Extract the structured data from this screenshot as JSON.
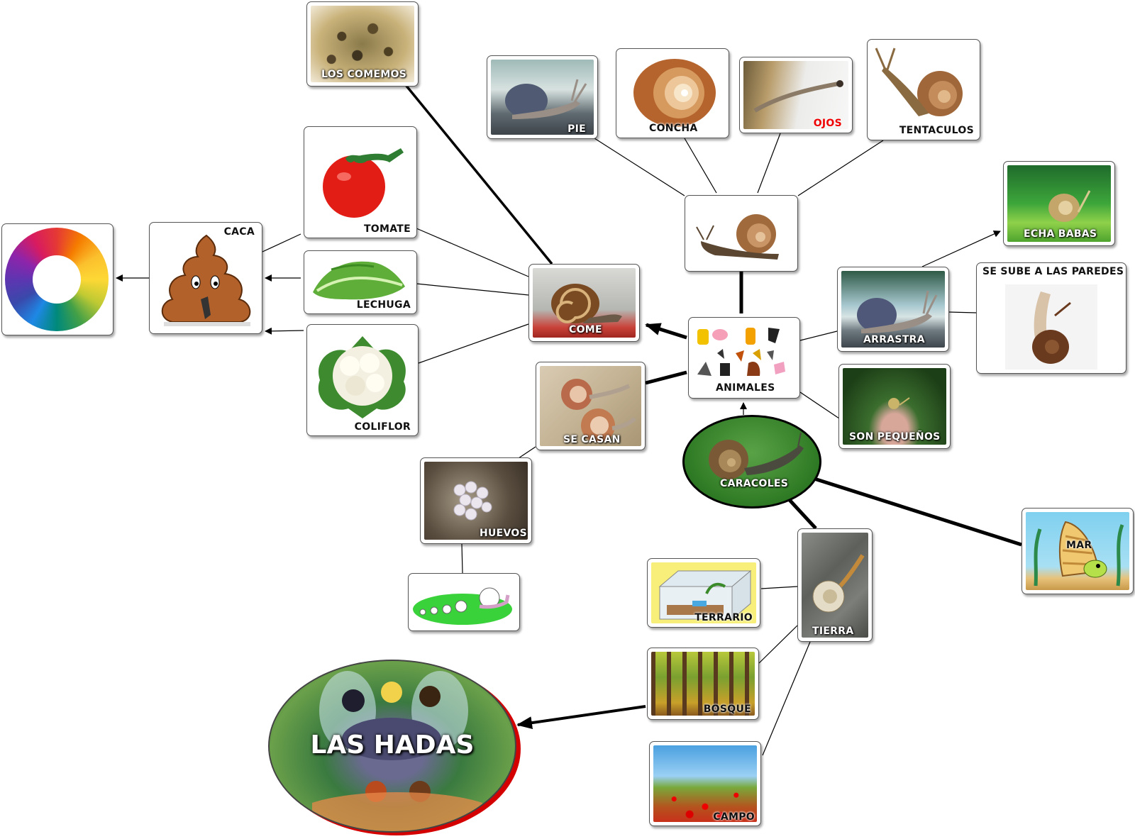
{
  "diagram": {
    "nodes": {
      "caracoles": {
        "label": "CARACOLES"
      },
      "animales": {
        "label": "ANIMALES"
      },
      "come": {
        "label": "COME"
      },
      "caca": {
        "label": "CACA"
      },
      "los_comemos": {
        "label": "LOS COMEMOS"
      },
      "tomate": {
        "label": "TOMATE"
      },
      "lechuga": {
        "label": "LECHUGA"
      },
      "coliflor": {
        "label": "COLIFLOR"
      },
      "pie": {
        "label": "PIE"
      },
      "concha": {
        "label": "CONCHA"
      },
      "ojos": {
        "label": "OJOS"
      },
      "tentaculos": {
        "label": "TENTACULOS"
      },
      "echa_babas": {
        "label": "ECHA BABAS"
      },
      "se_sube": {
        "label": "SE SUBE A LAS PAREDES"
      },
      "arrastra": {
        "label": "ARRASTRA"
      },
      "son_pequenos": {
        "label": "SON PEQUEÑOS"
      },
      "se_casan": {
        "label": "SE CASAN"
      },
      "huevos": {
        "label": "HUEVOS"
      },
      "mar": {
        "label": "MAR"
      },
      "tierra": {
        "label": "TIERRA"
      },
      "terrario": {
        "label": "TERRARIO"
      },
      "bosque": {
        "label": "BOSQUE"
      },
      "campo": {
        "label": "CAMPO"
      },
      "las_hadas": {
        "label": "LAS HADAS"
      }
    },
    "colors": {
      "ojos_label": "#e00000",
      "hadas_border": "#d40000"
    }
  }
}
